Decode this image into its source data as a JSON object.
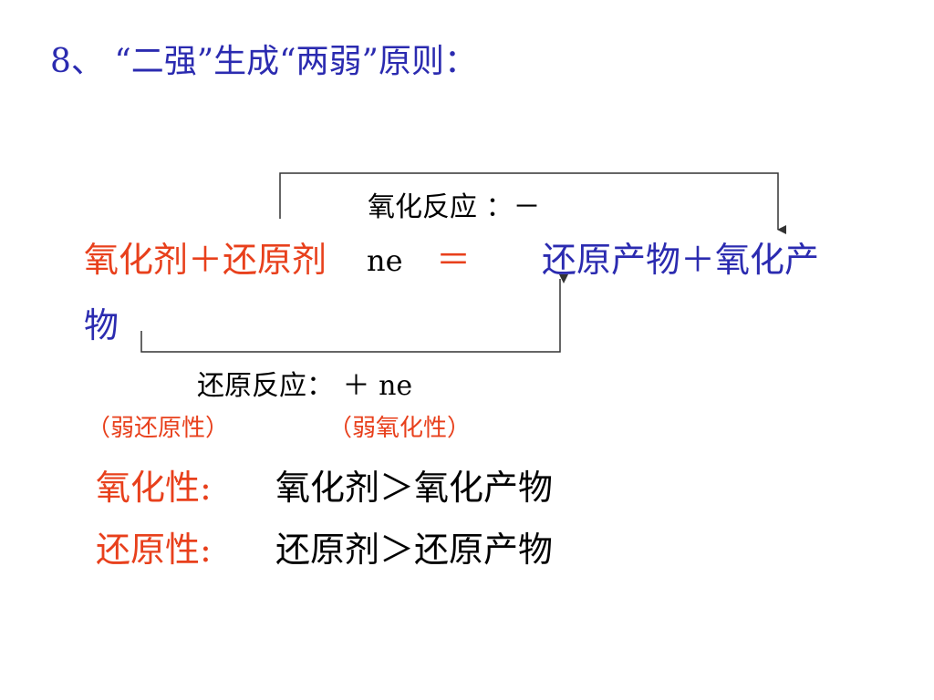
{
  "slide": {
    "heading": "8、 “二强”生成“两弱”原则：",
    "equation": {
      "oxidation_label": "氧化反应 ：－",
      "left_side": "氧化剂＋还原剂",
      "electrons": "ne",
      "equals": "＝",
      "right_side": "还原产物＋氧化产",
      "right_side_wrap": "物",
      "reduction_label": "还原反应： ＋ ne"
    },
    "notes": {
      "left": "（弱还原性）",
      "right": "（弱氧化性）"
    },
    "rules": [
      {
        "label": "氧化性:",
        "value": "氧化剂＞氧化产物"
      },
      {
        "label": "还原性:",
        "value": "还原剂＞还原产物"
      }
    ]
  },
  "colors": {
    "heading_blue": "#2b2bb0",
    "accent_red": "#e8401c",
    "text_black": "#000000",
    "line_dark": "#333333"
  }
}
